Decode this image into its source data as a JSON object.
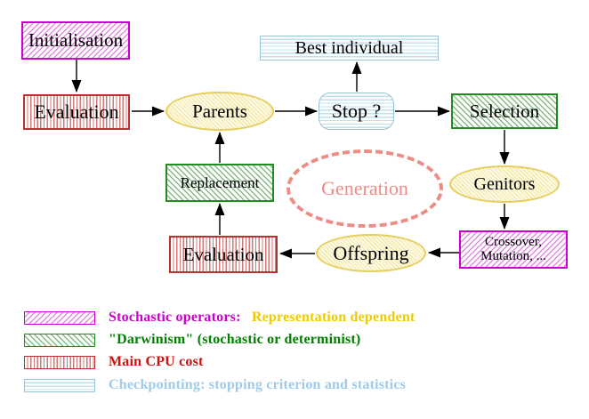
{
  "diagram": {
    "title_semantic": "evolutionary-algorithm-flowchart",
    "nodes": {
      "initialisation": {
        "label": "Initialisation"
      },
      "evaluation_top": {
        "label": "Evaluation"
      },
      "parents": {
        "label": "Parents"
      },
      "best_individual": {
        "label": "Best individual"
      },
      "stop": {
        "label": "Stop ?"
      },
      "selection": {
        "label": "Selection"
      },
      "replacement": {
        "label": "Replacement"
      },
      "generation": {
        "label": "Generation"
      },
      "genitors": {
        "label": "Genitors"
      },
      "evaluation_bottom": {
        "label": "Evaluation"
      },
      "offspring": {
        "label": "Offspring"
      },
      "crossover": {
        "line1": "Crossover,",
        "line2": "Mutation, ..."
      }
    },
    "colors": {
      "magenta_border": "#cc00cc",
      "magenta_hatch": "#e08de0",
      "red_border": "#b83232",
      "red_stripe": "#d47777",
      "green_border": "#228b22",
      "green_hatch": "#86bb86",
      "cyan_border": "#99c2d6",
      "cyan_stripe": "#bfe0ef",
      "yellow_border": "#e5cf63",
      "yellow_hatch": "#f4e8a4",
      "generation_dashed": "#ee8b85",
      "arrow": "#000000"
    }
  },
  "legend": {
    "items": [
      {
        "pattern": "magenta-diagonal-hatch",
        "label": "Stochastic operators:",
        "label2": "Representation dependent",
        "label_color": "#cc00cc",
        "label2_color": "#eecc00"
      },
      {
        "pattern": "green-diagonal-hatch",
        "label": "\"Darwinism\" (stochastic or determinist)",
        "label_color": "#008000"
      },
      {
        "pattern": "red-vertical-stripes",
        "label": "Main CPU cost",
        "label_color": "#cc1111"
      },
      {
        "pattern": "cyan-horizontal-stripes",
        "label": "Checkpointing: stopping criterion and statistics",
        "label_color": "#9fcbe8"
      }
    ]
  }
}
